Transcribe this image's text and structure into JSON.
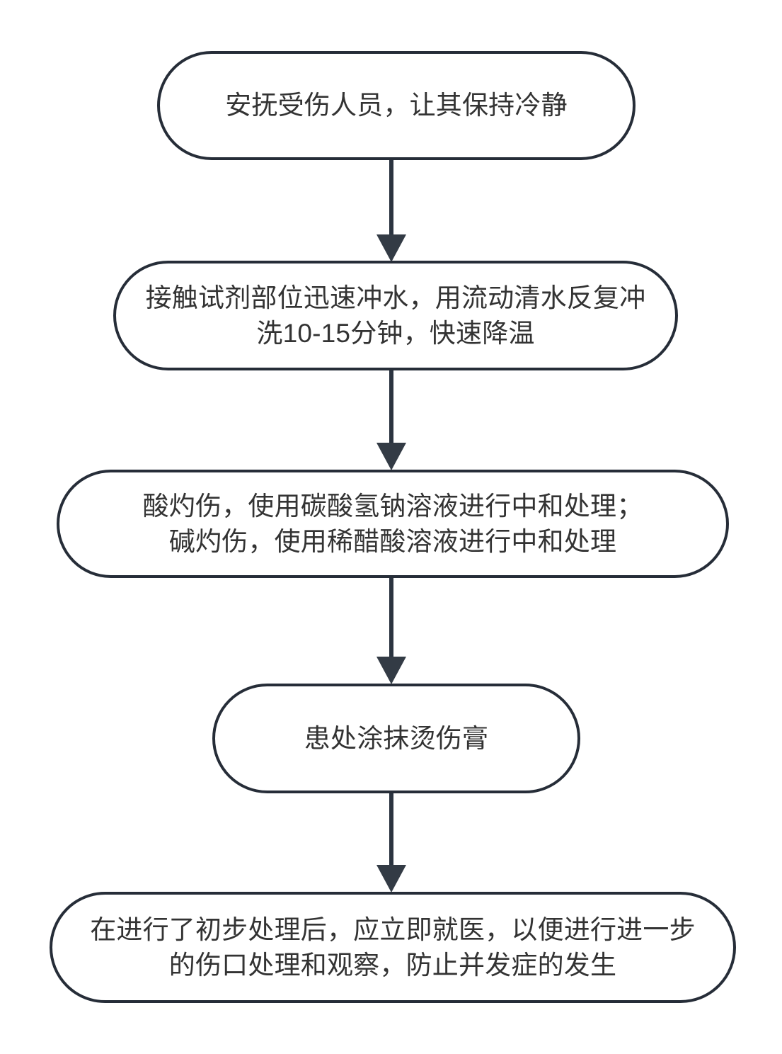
{
  "diagram": {
    "type": "flowchart",
    "orientation": "top-to-bottom",
    "background_color": "#ffffff",
    "node_border_color": "#262d38",
    "node_fill_color": "#ffffff",
    "text_color": "#333333",
    "connector_color": "#2b3440",
    "node_shape": "stadium",
    "nodes": [
      {
        "id": "node-0",
        "label": "安抚受伤人员，让其保持冷静",
        "lines": 1
      },
      {
        "id": "node-1",
        "label": "接触试剂部位迅速冲水，用流动清水反复冲\n洗10-15分钟，快速降温",
        "lines": 2
      },
      {
        "id": "node-2",
        "label": "酸灼伤，使用碳酸氢钠溶液进行中和处理；\n碱灼伤，使用稀醋酸溶液进行中和处理",
        "lines": 2
      },
      {
        "id": "node-3",
        "label": "患处涂抹烫伤膏",
        "lines": 1
      },
      {
        "id": "node-4",
        "label": "在进行了初步处理后，应立即就医，以便进行进一步\n的伤口处理和观察，防止并发症的发生",
        "lines": 2
      }
    ],
    "edges": [
      {
        "id": "edge-0-1",
        "from": "node-0",
        "to": "node-1",
        "label": "",
        "arrow": "solid-triangle"
      },
      {
        "id": "edge-1-2",
        "from": "node-1",
        "to": "node-2",
        "label": "",
        "arrow": "solid-triangle"
      },
      {
        "id": "edge-2-3",
        "from": "node-2",
        "to": "node-3",
        "label": "",
        "arrow": "solid-triangle"
      },
      {
        "id": "edge-3-4",
        "from": "node-3",
        "to": "node-4",
        "label": "",
        "arrow": "solid-triangle"
      }
    ]
  }
}
